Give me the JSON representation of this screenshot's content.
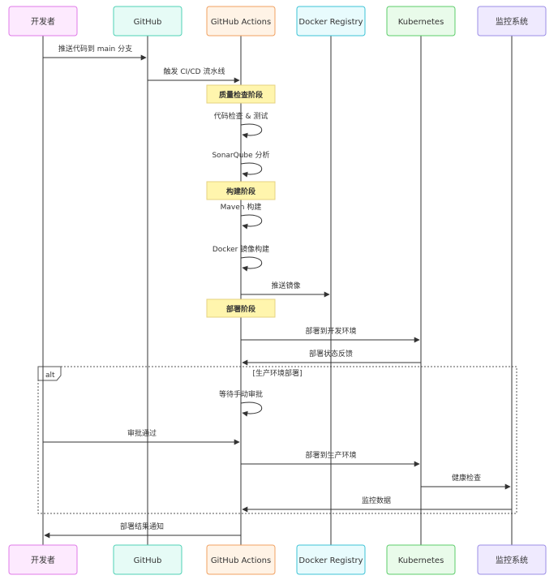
{
  "actors": [
    {
      "id": "dev",
      "label": "开发者",
      "fill": "#fdeafe",
      "stroke": "#e07ae8"
    },
    {
      "id": "gh",
      "label": "GitHub",
      "fill": "#e6fbf6",
      "stroke": "#4fd1b5"
    },
    {
      "id": "gha",
      "label": "GitHub Actions",
      "fill": "#fff3e6",
      "stroke": "#f0a060"
    },
    {
      "id": "reg",
      "label": "Docker Registry",
      "fill": "#e8fbfd",
      "stroke": "#3dc3d6"
    },
    {
      "id": "k8s",
      "label": "Kubernetes",
      "fill": "#e9fbea",
      "stroke": "#5ccc6a"
    },
    {
      "id": "mon",
      "label": "监控系统",
      "fill": "#efeafe",
      "stroke": "#9b8de6"
    }
  ],
  "events": [
    {
      "type": "msg",
      "from": "dev",
      "to": "gh",
      "text": "推送代码到 main 分支"
    },
    {
      "type": "msg",
      "from": "gh",
      "to": "gha",
      "text": "触发 CI/CD 流水线"
    },
    {
      "type": "note",
      "over": "gha",
      "text": "质量检查阶段"
    },
    {
      "type": "self",
      "on": "gha",
      "text": "代码检查 & 测试"
    },
    {
      "type": "self",
      "on": "gha",
      "text": "SonarQube 分析"
    },
    {
      "type": "note",
      "over": "gha",
      "text": "构建阶段"
    },
    {
      "type": "self",
      "on": "gha",
      "text": "Maven 构建"
    },
    {
      "type": "self",
      "on": "gha",
      "text": "Docker 镜像构建"
    },
    {
      "type": "msg",
      "from": "gha",
      "to": "reg",
      "text": "推送镜像"
    },
    {
      "type": "note",
      "over": "gha",
      "text": "部署阶段"
    },
    {
      "type": "msg",
      "from": "gha",
      "to": "k8s",
      "text": "部署到开发环境"
    },
    {
      "type": "msg",
      "from": "k8s",
      "to": "gha",
      "text": "部署状态反馈"
    },
    {
      "type": "self",
      "on": "gha",
      "text": "等待手动审批"
    },
    {
      "type": "msg",
      "from": "dev",
      "to": "gha",
      "text": "审批通过"
    },
    {
      "type": "msg",
      "from": "gha",
      "to": "k8s",
      "text": "部署到生产环境"
    },
    {
      "type": "msg",
      "from": "k8s",
      "to": "mon",
      "text": "健康检查"
    },
    {
      "type": "msg",
      "from": "mon",
      "to": "gha",
      "text": "监控数据"
    },
    {
      "type": "msg",
      "from": "gha",
      "to": "dev",
      "text": "部署结果通知"
    }
  ],
  "alt": {
    "label": "alt",
    "condition": "[生产环境部署]",
    "first_event": 12,
    "last_event": 16
  }
}
